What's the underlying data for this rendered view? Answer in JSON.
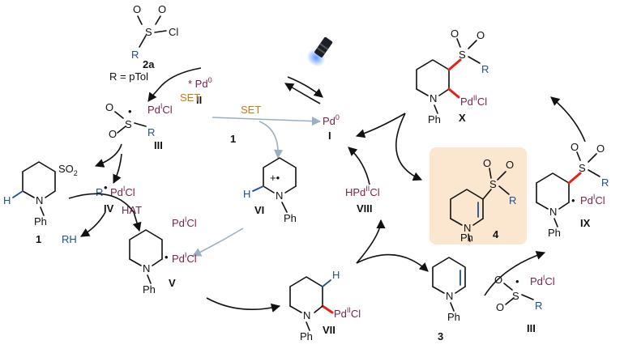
{
  "labels": {
    "cpd_2a": "2a",
    "r_eq": "R = pTol",
    "pd0_star": "* Pd",
    "pd0_sup": "0",
    "roman_II": "II",
    "set_1": "SET",
    "set_2": "SET",
    "roman_III": "III",
    "so2": "SO",
    "so2_sub": "2",
    "cpd_1_left": "1",
    "cpd_1_mid": "1",
    "roman_IV": "IV",
    "r_pdcl": "R",
    "pd_I_cl": "Pd",
    "hat": "HAT",
    "rh": "RH",
    "roman_V": "V",
    "roman_VI": "VI",
    "roman_VII": "VII",
    "roman_VIII": "VIII",
    "roman_IX": "IX",
    "roman_X": "X",
    "roman_I": "I",
    "pd0_I": "Pd",
    "hpdcl": "HPd",
    "cpd_3": "3",
    "cpd_4": "4",
    "ph": "Ph",
    "n": "N",
    "h": "H",
    "s": "S",
    "o": "O",
    "cl": "Cl",
    "r": "R",
    "sup_I": "I",
    "sup_II": "II",
    "plus_dot": "+•"
  },
  "colors": {
    "palladium": "#7a1e4a",
    "blue": "#1f4e9a",
    "orange": "#c87a14",
    "red_bond": "#e0241a",
    "highlight": "#fbe7cf",
    "gray_arrow": "#9ab0c0"
  },
  "icons": [
    "lamp-icon"
  ]
}
